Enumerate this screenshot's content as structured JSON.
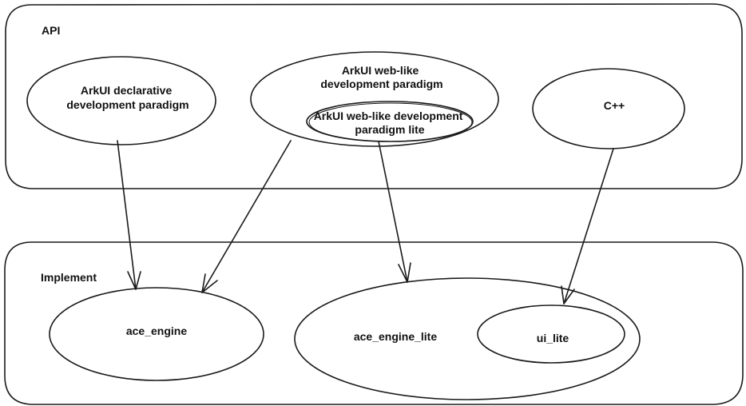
{
  "api_layer": {
    "title": "API",
    "declarative": [
      "ArkUI declarative",
      "development paradigm"
    ],
    "web_like": [
      "ArkUI web-like",
      "development paradigm"
    ],
    "web_like_lite": [
      "ArkUI web-like development",
      "paradigm lite"
    ],
    "cpp": "C++"
  },
  "implement_layer": {
    "title": "Implement",
    "ace_engine": "ace_engine",
    "ace_engine_lite": "ace_engine_lite",
    "ui_lite": "ui_lite"
  },
  "style": {
    "stroke_color": "#1a1a1a",
    "background": "#ffffff"
  }
}
